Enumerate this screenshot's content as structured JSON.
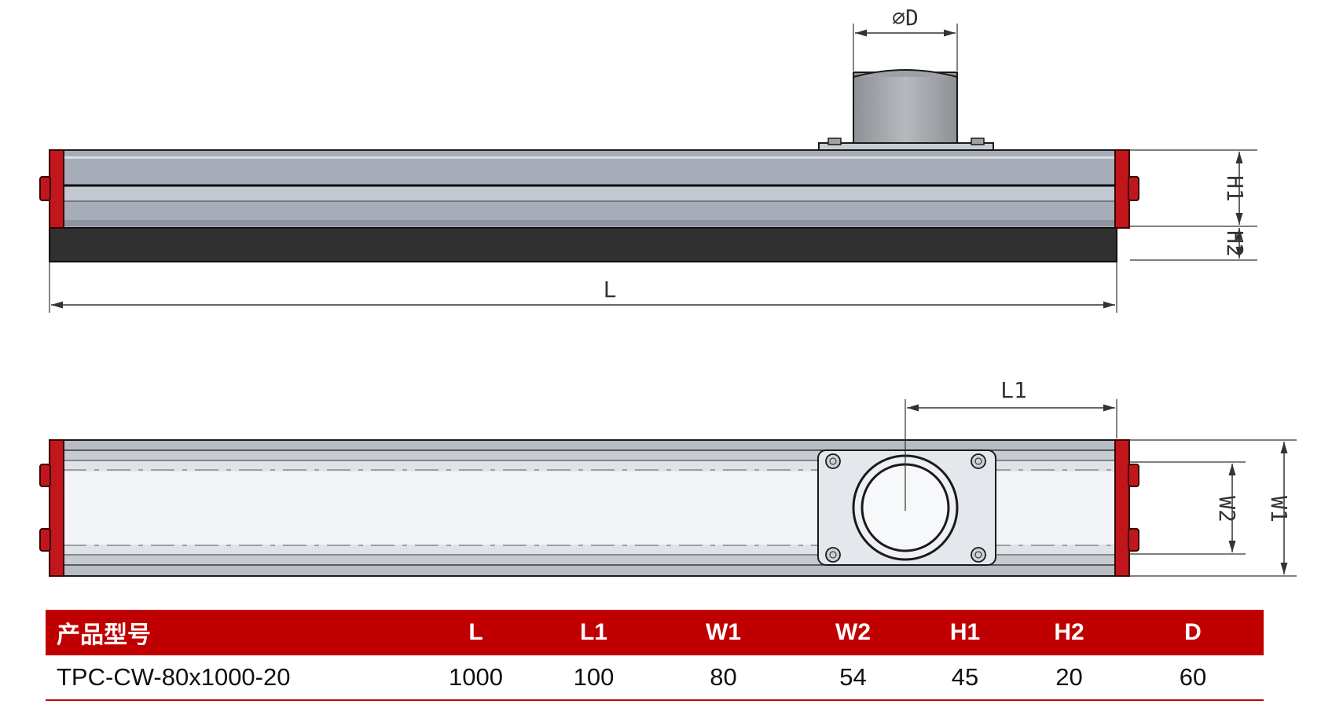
{
  "drawing": {
    "labels": {
      "diameter": "∅D",
      "length": "L",
      "h1": "H1",
      "h2": "H2",
      "l1": "L1",
      "w1": "W1",
      "w2": "W2"
    },
    "colors": {
      "end_cap": "#c0161c",
      "profile": "#a7adb8",
      "profile_light": "#c9cdd4",
      "rubber_base": "#303030",
      "nozzle": "#a0a4a8",
      "outline": "#1a1a1a"
    }
  },
  "table": {
    "headers": [
      "产品型号",
      "L",
      "L1",
      "W1",
      "W2",
      "H1",
      "H2",
      "D"
    ],
    "rows": [
      [
        "TPC-CW-80x1000-20",
        "1000",
        "100",
        "80",
        "54",
        "45",
        "20",
        "60"
      ]
    ],
    "colors": {
      "header_bg": "#c00000",
      "header_text": "#ffffff"
    }
  }
}
